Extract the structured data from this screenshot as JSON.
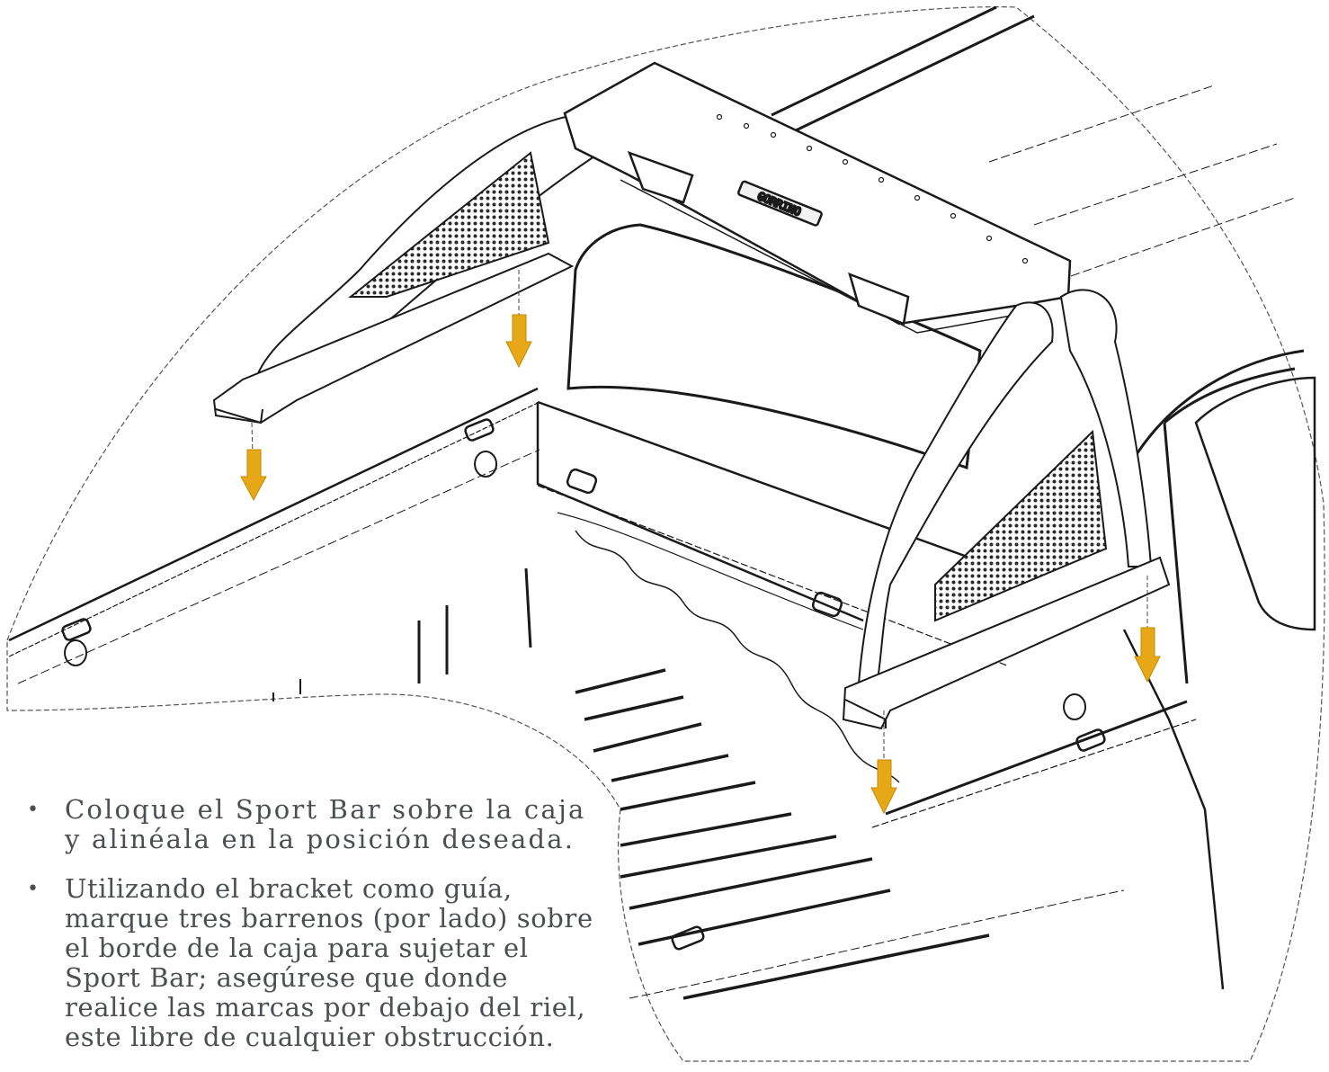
{
  "figure": {
    "kind": "installation-illustration",
    "subject": "sport bar over pickup bed",
    "arrow_color": "#e6a817",
    "line_color": "#1a1a1a",
    "bar_logo": "GORRINO"
  },
  "instructions": {
    "bullet_glyph": "•",
    "steps": [
      {
        "text": "Coloque el Sport Bar sobre la caja y alinéala en la posición deseada."
      },
      {
        "text": "Utilizando el bracket como guía, marque tres barrenos (por lado) sobre el borde de la caja para sujetar el Sport Bar; asegúrese que donde realice las marcas por debajo del riel, este libre de cualquier obstrucción."
      }
    ]
  }
}
